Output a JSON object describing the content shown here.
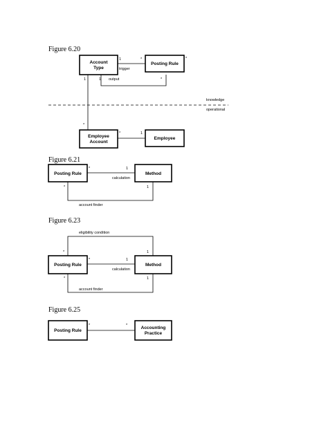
{
  "figures": {
    "f620": {
      "title": "Figure 6.20",
      "classes": {
        "account_type": "Account\nType",
        "posting_rule": "Posting Rule",
        "employee_account": "Employee\nAccount",
        "employee": "Employee"
      },
      "labels": {
        "trigger": "trigger",
        "output": "output",
        "knowledge": "knowledge",
        "operational": "operational"
      },
      "mult": {
        "at_trigger": "1",
        "pr_trigger": "*",
        "pr_right": "*",
        "at_out_a": "1",
        "at_out_b": "1",
        "pr_out": "*",
        "ea_top": "*",
        "ea_right": "*",
        "emp_left": "1"
      }
    },
    "f621": {
      "title": "Figure 6.21",
      "classes": {
        "posting_rule": "Posting Rule",
        "method": "Method"
      },
      "labels": {
        "calculation": "calculation",
        "account_finder": "account finder"
      },
      "mult": {
        "pr_top": "*",
        "m_calc": "1",
        "pr_bottom": "*",
        "m_bottom": "1"
      }
    },
    "f623": {
      "title": "Figure 6.23",
      "classes": {
        "posting_rule": "Posting Rule",
        "method": "Method"
      },
      "labels": {
        "eligibility": "eligibility condition",
        "calculation": "calculation",
        "account_finder": "account finder"
      },
      "mult": {
        "pr_elig": "*",
        "m_elig": "1",
        "pr_calc": "*",
        "m_calc": "1",
        "pr_bottom": "*",
        "m_bottom": "1"
      }
    },
    "f625": {
      "title": "Figure 6.25",
      "classes": {
        "posting_rule": "Posting Rule",
        "accounting_practice": "Accounting\nPractice"
      },
      "mult": {
        "pr_right": "*",
        "ap_left": "*"
      }
    }
  }
}
